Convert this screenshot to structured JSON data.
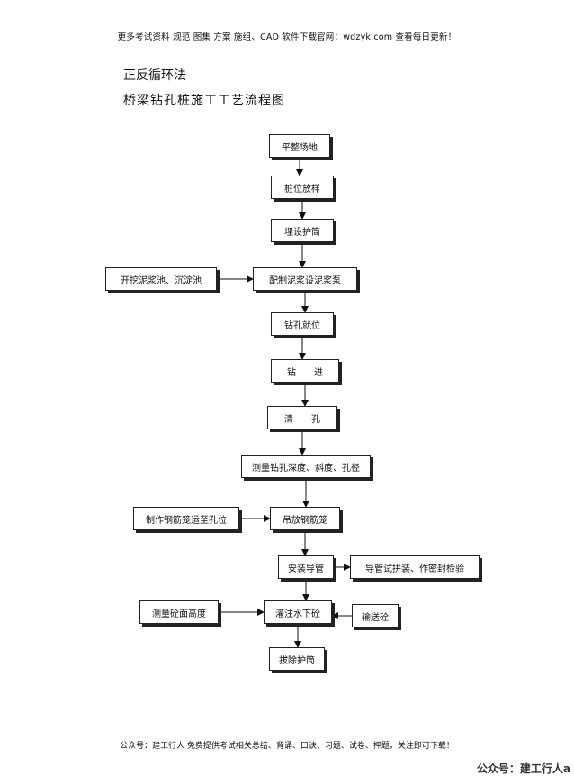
{
  "header": {
    "note": "更多考试资料 规范 图集 方案 施组、CAD 软件下载官网：wdzyk.com 查看每日更新！"
  },
  "titles": {
    "line1": "正反循环法",
    "line2": "桥梁钻孔桩施工工艺流程图"
  },
  "flowchart": {
    "nodes": [
      {
        "id": "site_leveling",
        "label": "平整场地"
      },
      {
        "id": "pile_layout",
        "label": "桩位放样"
      },
      {
        "id": "bury_casing",
        "label": "埋设护筒"
      },
      {
        "id": "dig_pits",
        "label": "开挖泥浆池、沉淀池"
      },
      {
        "id": "prepare_slurry",
        "label": "配制泥浆设泥浆泵"
      },
      {
        "id": "rig_position",
        "label": "钻孔就位"
      },
      {
        "id": "drilling",
        "label": "钻　　进"
      },
      {
        "id": "hole_cleaning",
        "label": "清　　孔"
      },
      {
        "id": "measure_hole",
        "label": "测量钻孔深度、斜度、孔径"
      },
      {
        "id": "make_cage",
        "label": "制作钢筋笼运至孔位"
      },
      {
        "id": "lower_cage",
        "label": "吊放钢筋笼"
      },
      {
        "id": "install_tremie",
        "label": "安装导管"
      },
      {
        "id": "tremie_test",
        "label": "导管试拼装、作密封检验"
      },
      {
        "id": "measure_concrete",
        "label": "测量砼面高度"
      },
      {
        "id": "pour_concrete",
        "label": "灌注水下砼"
      },
      {
        "id": "transport_concrete",
        "label": "输送砼"
      },
      {
        "id": "remove_casing",
        "label": "拔除护筒"
      }
    ],
    "edges": [
      [
        "site_leveling",
        "pile_layout"
      ],
      [
        "pile_layout",
        "bury_casing"
      ],
      [
        "bury_casing",
        "prepare_slurry"
      ],
      [
        "dig_pits",
        "prepare_slurry"
      ],
      [
        "prepare_slurry",
        "rig_position"
      ],
      [
        "rig_position",
        "drilling"
      ],
      [
        "drilling",
        "hole_cleaning"
      ],
      [
        "hole_cleaning",
        "measure_hole"
      ],
      [
        "measure_hole",
        "lower_cage"
      ],
      [
        "make_cage",
        "lower_cage"
      ],
      [
        "lower_cage",
        "install_tremie"
      ],
      [
        "install_tremie",
        "tremie_test"
      ],
      [
        "install_tremie",
        "pour_concrete"
      ],
      [
        "measure_concrete",
        "pour_concrete"
      ],
      [
        "transport_concrete",
        "pour_concrete"
      ],
      [
        "pour_concrete",
        "remove_casing"
      ]
    ]
  },
  "footer": {
    "note": "公众号：建工行人 免费提供考试相关总结、背诵、口诀、习题、试卷、押题，关注即可下载！",
    "watermark": "公众号：建工行人a"
  }
}
